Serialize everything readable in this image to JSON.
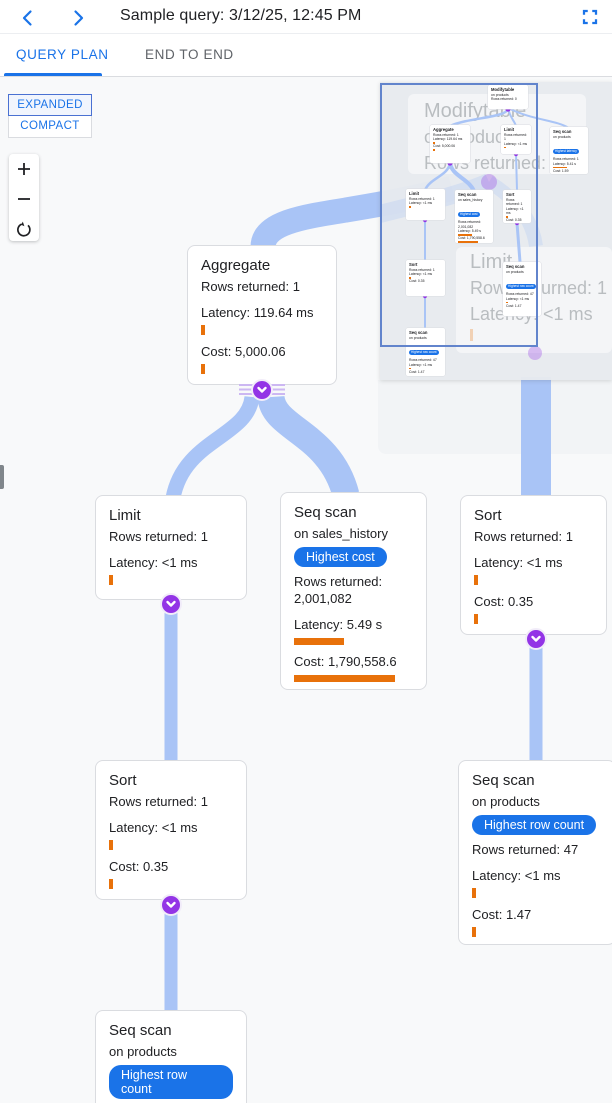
{
  "header": {
    "title": "Sample query: 3/12/25, 12:45 PM"
  },
  "tabs": [
    {
      "label": "QUERY PLAN",
      "active": true
    },
    {
      "label": "END TO END",
      "active": false
    }
  ],
  "toggle": {
    "expanded": "EXPANDED",
    "compact": "COMPACT",
    "selected": "EXPANDED"
  },
  "zoom_controls": {
    "zoom_in": "+",
    "zoom_out": "−",
    "reset": "reset-view"
  },
  "colors": {
    "accent_blue": "#1a73e8",
    "edge_blue": "#a9c4f6",
    "connector_purple": "#9334e6",
    "bar_orange": "#e8710a",
    "viewport_border": "#6284cc"
  },
  "nodes": {
    "modifytable": {
      "title": "Modifytable",
      "table": "on products",
      "rows": "Rows returned: 0"
    },
    "aggregate": {
      "title": "Aggregate",
      "rows": "Rows returned: 1",
      "latency": "Latency: 119.64 ms",
      "cost": "Cost: 5,000.06"
    },
    "limit_top": {
      "title": "Limit",
      "rows": "Rows returned: 1",
      "latency": "Latency: <1 ms"
    },
    "seq_products_latency": {
      "title": "Seq scan",
      "table": "on products",
      "badge": "Highest latency",
      "rows": "Rows returned: 1",
      "latency": "Latency: 5.41 s",
      "cost": "Cost: 1.59"
    },
    "limit_left": {
      "title": "Limit",
      "rows": "Rows returned: 1",
      "latency": "Latency: <1 ms"
    },
    "seq_sales": {
      "title": "Seq scan",
      "table": "on sales_history",
      "badge": "Highest cost",
      "rows": "Rows returned: 2,001,082",
      "latency": "Latency: 5.49 s",
      "cost": "Cost: 1,790,558.6"
    },
    "sort_right": {
      "title": "Sort",
      "rows": "Rows returned: 1",
      "latency": "Latency: <1 ms",
      "cost": "Cost: 0.35"
    },
    "sort_left": {
      "title": "Sort",
      "rows": "Rows returned: 1",
      "latency": "Latency: <1 ms",
      "cost": "Cost: 0.35"
    },
    "seq_products_right": {
      "title": "Seq scan",
      "table": "on products",
      "badge": "Highest row count",
      "rows": "Rows returned: 47",
      "latency": "Latency: <1 ms",
      "cost": "Cost: 1.47"
    },
    "seq_products_bottom": {
      "title": "Seq scan",
      "table": "on products",
      "badge": "Highest row count",
      "rows": "Rows returned: 47",
      "latency": "Latency: <1 ms",
      "cost": "Cost: 1.47"
    }
  }
}
